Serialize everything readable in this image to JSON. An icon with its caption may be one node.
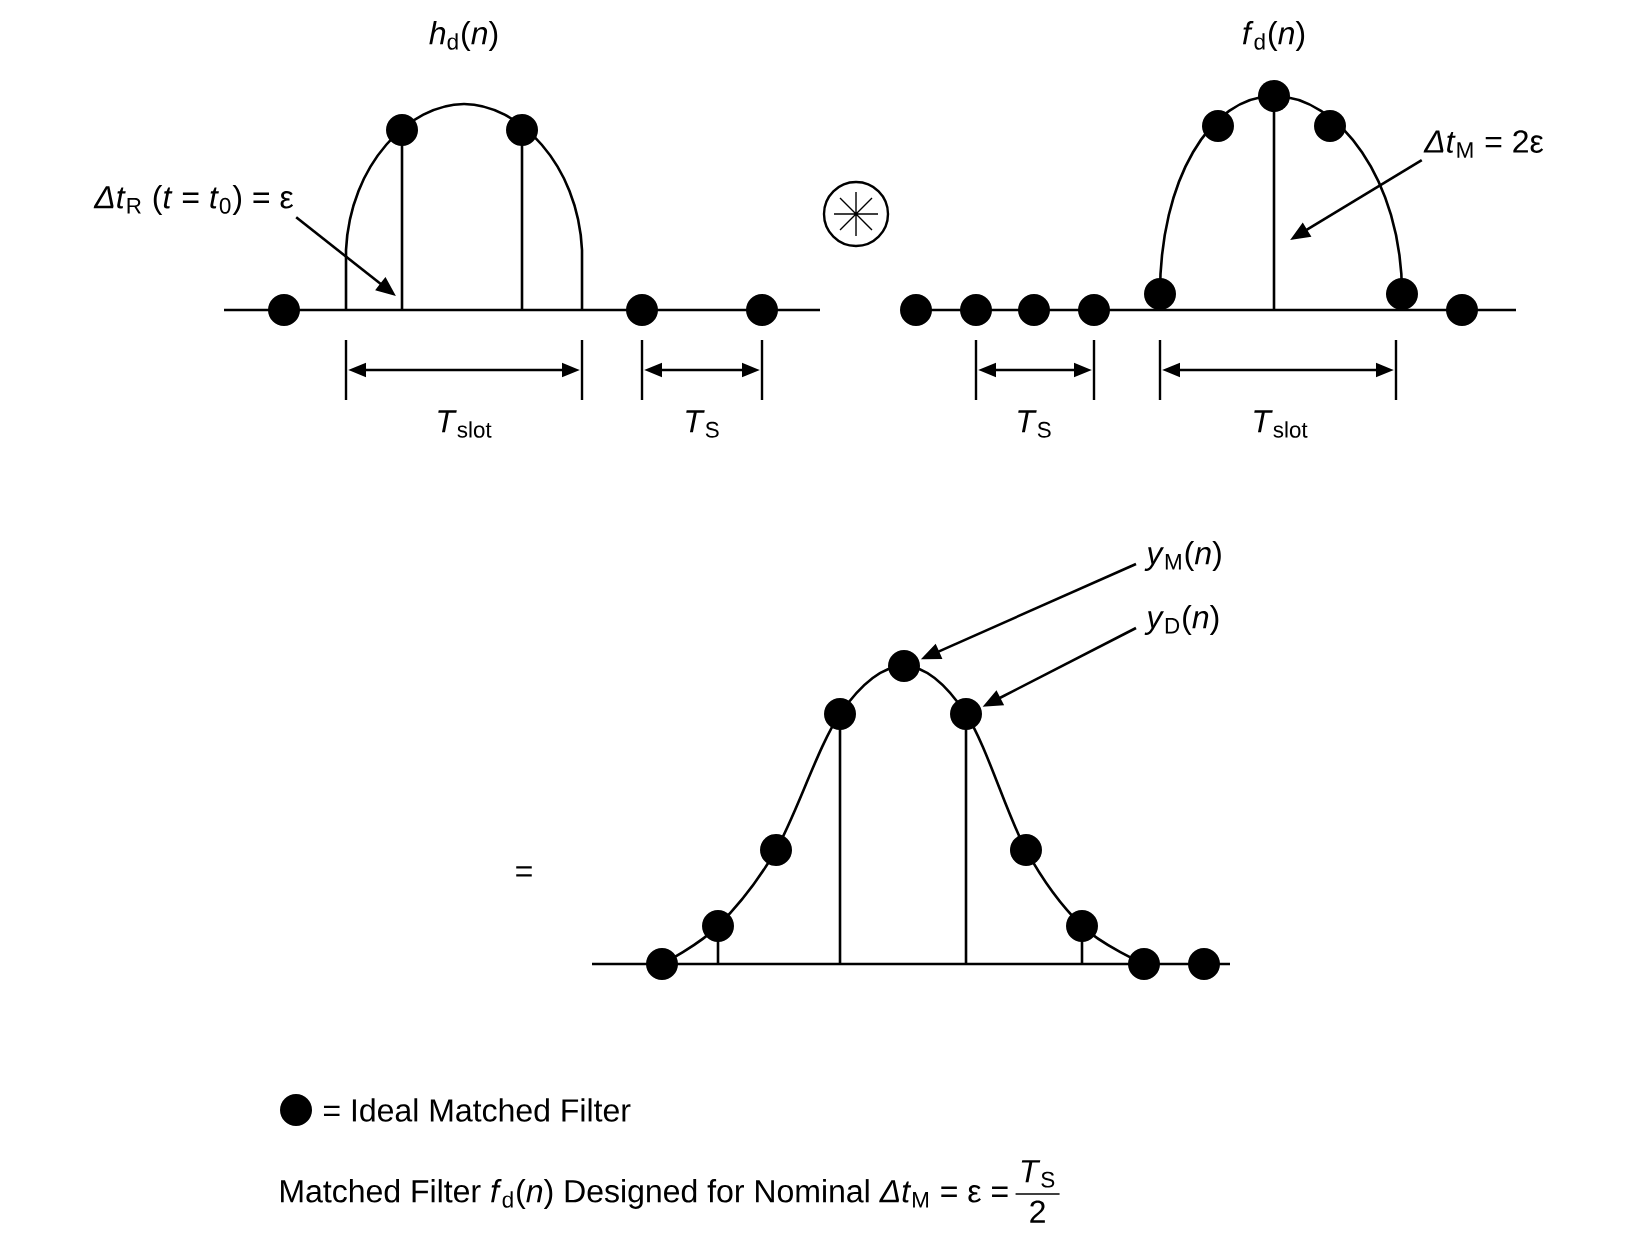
{
  "diagram": {
    "caption": "Matched Filter *f*$_{d}$(*n*) Designed for Nominal *Δt*$_{M}$ = ε =",
    "nodes": [
      {
        "text": [
          "*Δt*$_{R}$ (*t* = *t*$_{0}$) = ε"
        ]
      },
      {
        "text": [
          "*Δt*$_{M}$ = 2ε"
        ]
      },
      {
        "text": [
          "*y*$_{M}$(*n*)"
        ]
      },
      {
        "text": [
          "*y*$_{D}$(*n*)"
        ]
      },
      {
        "text": [],
        "shape": "circle"
      },
      {
        "text": [],
        "shape": "circle"
      }
    ],
    "edges": [
      {
        "from": 0,
        "to": null,
        "arrow": "to"
      },
      {
        "from": 1,
        "to": null,
        "arrow": "to"
      },
      {
        "from": 2,
        "to": 4,
        "arrow": "to"
      },
      {
        "from": 3,
        "to": 5,
        "arrow": "to"
      }
    ],
    "labels": [
      "*h*$_{d}$(*n*)",
      "*f*$_{d}$(*n*)",
      "*T*$_{slot}$",
      "*T*$_{S}$",
      "*T*$_{S}$",
      "*T*$_{slot}$",
      "=",
      "*T*$_{S}$",
      "2"
    ],
    "legend": [
      {
        "text": "= Ideal Matched Filter"
      }
    ]
  }
}
